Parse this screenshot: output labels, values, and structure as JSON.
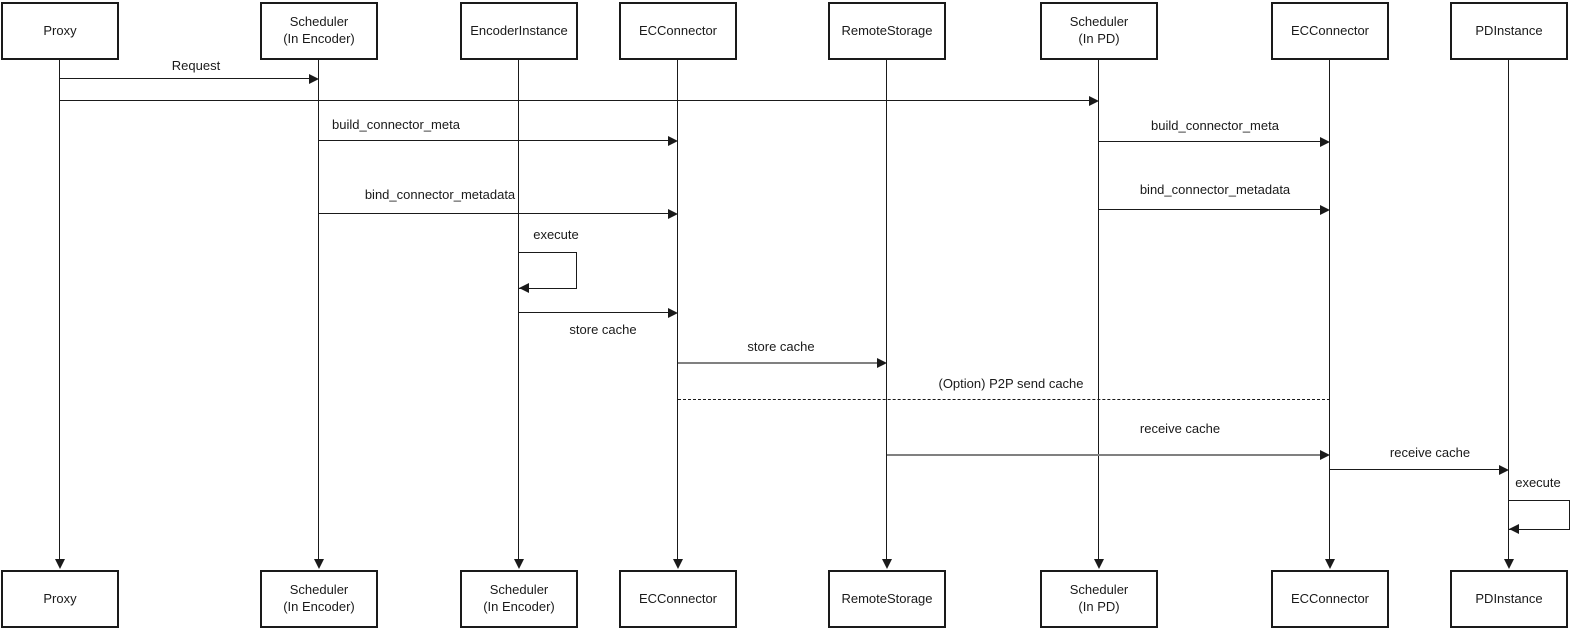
{
  "diagram_type": "uml-sequence-diagram",
  "colors": {
    "background": "#ffffff",
    "line": "#1a1a1a",
    "muted_line": "#808080",
    "box_border": "#1a1a1a",
    "text": "#1a1a1a"
  },
  "actors_top": [
    {
      "label": "Proxy"
    },
    {
      "label": "Scheduler\n(In Encoder)"
    },
    {
      "label": "EncoderInstance"
    },
    {
      "label": "ECConnector"
    },
    {
      "label": "RemoteStorage"
    },
    {
      "label": "Scheduler\n(In PD)"
    },
    {
      "label": "ECConnector"
    },
    {
      "label": "PDInstance"
    }
  ],
  "actors_bottom": [
    {
      "label": "Proxy"
    },
    {
      "label": "Scheduler\n(In Encoder)"
    },
    {
      "label": "Scheduler\n(In Encoder)"
    },
    {
      "label": "ECConnector"
    },
    {
      "label": "RemoteStorage"
    },
    {
      "label": "Scheduler\n(In PD)"
    },
    {
      "label": "ECConnector"
    },
    {
      "label": "PDInstance"
    }
  ],
  "messages": [
    {
      "label": "Request",
      "from": "Proxy",
      "to": "Scheduler (In Encoder)",
      "style": "solid"
    },
    {
      "label": "",
      "from": "Proxy",
      "to": "Scheduler (In PD)",
      "style": "solid"
    },
    {
      "label": "build_connector_meta",
      "from": "Scheduler (In Encoder)",
      "to": "ECConnector",
      "style": "solid"
    },
    {
      "label": "build_connector_meta",
      "from": "Scheduler (In PD)",
      "to": "ECConnector (right)",
      "style": "solid"
    },
    {
      "label": "bind_connector_metadata",
      "from": "Scheduler (In Encoder)",
      "to": "ECConnector",
      "style": "solid"
    },
    {
      "label": "bind_connector_metadata",
      "from": "Scheduler (In PD)",
      "to": "ECConnector (right)",
      "style": "solid"
    },
    {
      "label": "execute",
      "from": "EncoderInstance",
      "to": "EncoderInstance",
      "style": "self-loop"
    },
    {
      "label": "store cache",
      "from": "EncoderInstance",
      "to": "ECConnector",
      "style": "solid"
    },
    {
      "label": "store cache",
      "from": "ECConnector",
      "to": "RemoteStorage",
      "style": "solid-muted"
    },
    {
      "label": "(Option) P2P send cache",
      "from": "ECConnector",
      "to": "ECConnector (right)",
      "style": "dashed"
    },
    {
      "label": "receive cache",
      "from": "RemoteStorage",
      "to": "ECConnector (right)",
      "style": "solid-muted"
    },
    {
      "label": "receive cache",
      "from": "ECConnector (right)",
      "to": "PDInstance",
      "style": "solid"
    },
    {
      "label": "execute",
      "from": "PDInstance",
      "to": "PDInstance",
      "style": "self-loop"
    }
  ]
}
